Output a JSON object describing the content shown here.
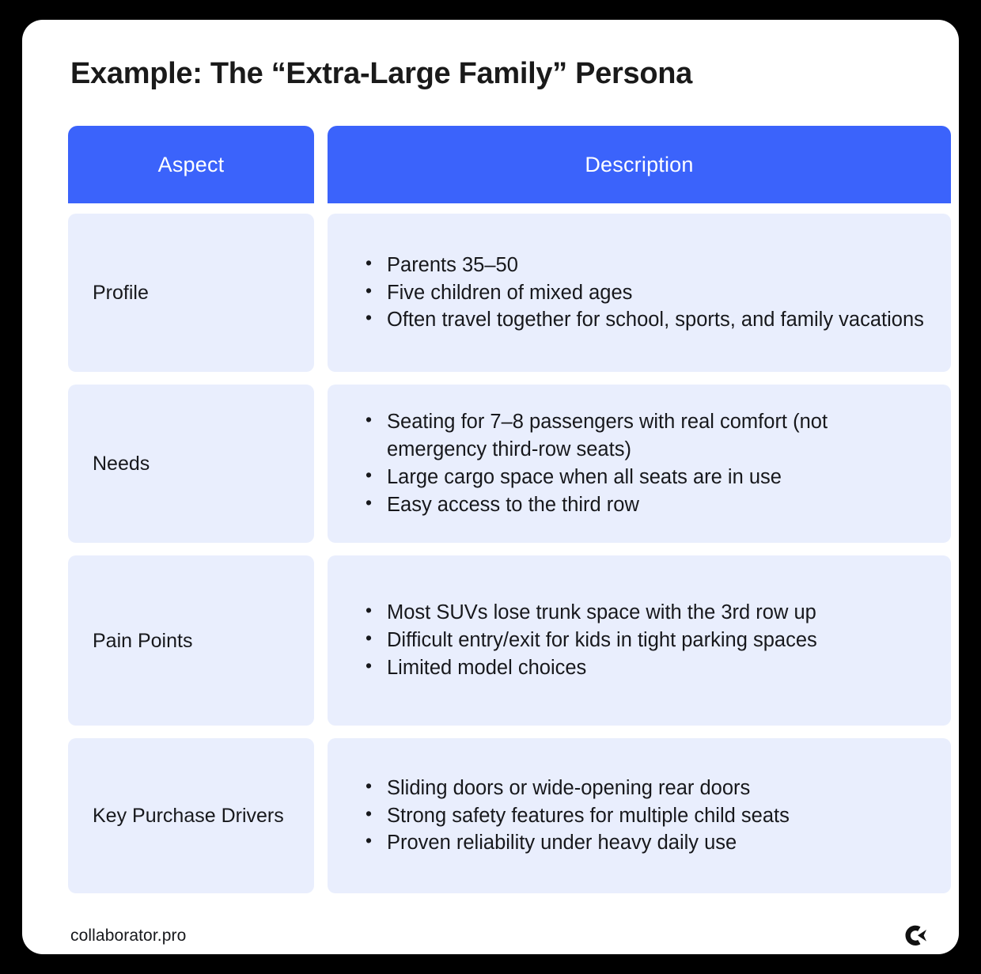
{
  "page": {
    "title": "Example: The “Extra-Large Family” Persona",
    "background_color": "#000000",
    "card_color": "#ffffff"
  },
  "colors": {
    "header_blue": "#3b63fb",
    "cell_blue": "#e9eefd",
    "text": "#17181c",
    "header_text": "#ffffff"
  },
  "table": {
    "headers": {
      "aspect": "Aspect",
      "description": "Description"
    },
    "rows": [
      {
        "aspect": "Profile",
        "bullets": [
          "Parents 35–50",
          "Five children of mixed ages",
          "Often travel together for school, sports, and family vacations"
        ]
      },
      {
        "aspect": "Needs",
        "bullets": [
          "Seating for 7–8 passengers with real comfort (not emergency third-row seats)",
          "Large cargo space when all seats are in use",
          "Easy access to the third row"
        ]
      },
      {
        "aspect": "Pain Points",
        "bullets": [
          "Most SUVs lose trunk space with the 3rd row up",
          "Difficult entry/exit for kids in tight parking spaces",
          "Limited model choices"
        ]
      },
      {
        "aspect": "Key Purchase Drivers",
        "bullets": [
          "Sliding doors or wide-opening rear doors",
          "Strong safety features for multiple child seats",
          "Proven reliability under heavy daily use"
        ]
      }
    ]
  },
  "footer": {
    "site": "collaborator.pro",
    "logo_name": "collaborator-logo-icon"
  }
}
